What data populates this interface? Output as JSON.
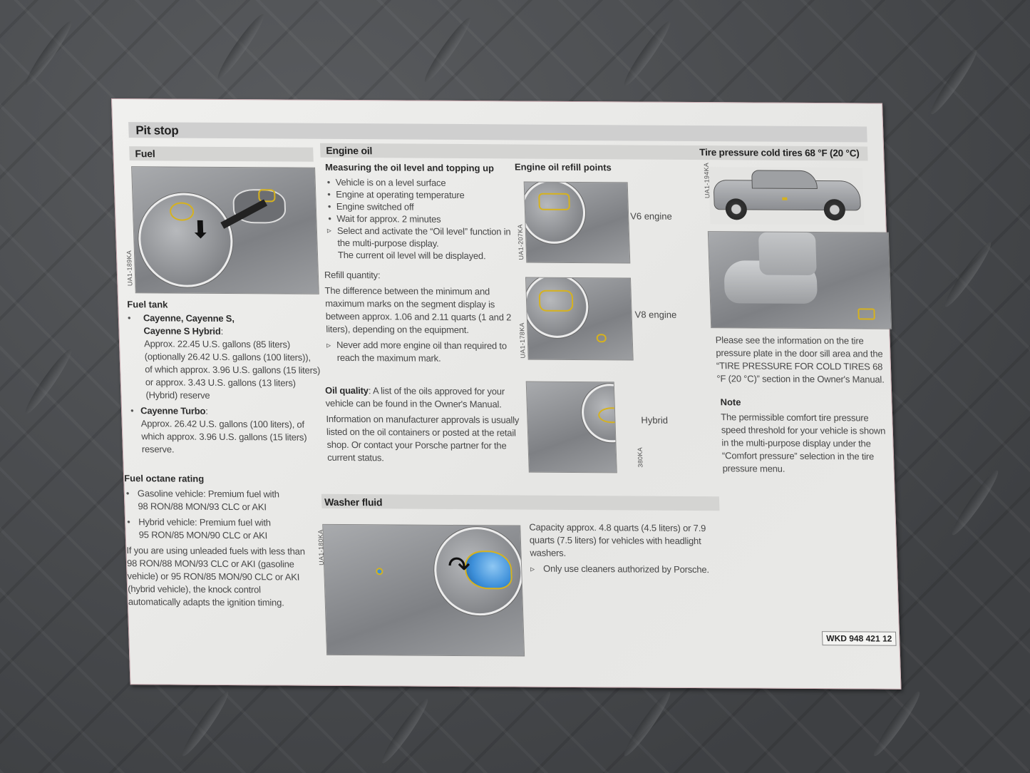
{
  "page": {
    "title": "Pit stop",
    "part_number": "WKD 948 421 12"
  },
  "fuel": {
    "heading": "Fuel",
    "image_code": "UA1-189KA",
    "tank_heading": "Fuel tank",
    "models": [
      {
        "name": "Cayenne, Cayenne S, Cayenne S Hybrid",
        "name_line1": "Cayenne, Cayenne S,",
        "name_line2": "Cayenne S Hybrid",
        "text": "Approx. 22.45 U.S. gallons (85 liters) (optionally 26.42 U.S. gallons (100 liters)), of which approx. 3.96 U.S. gallons (15 liters) or approx. 3.43 U.S. gallons (13 liters) (Hybrid) reserve"
      },
      {
        "name": "Cayenne Turbo",
        "text": "Approx. 26.42 U.S. gallons (100 liters), of which approx. 3.96 U.S. gallons (15 liters) reserve."
      }
    ],
    "octane_heading": "Fuel octane rating",
    "octane_items": [
      {
        "line1": "Gasoline vehicle: Premium fuel with",
        "line2": "98 RON/88 MON/93 CLC or AKI"
      },
      {
        "line1": "Hybrid vehicle: Premium fuel with",
        "line2": "95 RON/85 MON/90 CLC or AKI"
      }
    ],
    "octane_note": "If you are using unleaded fuels with less than 98 RON/88 MON/93 CLC or AKI (gasoline vehicle) or 95 RON/85 MON/90 CLC or AKI (hybrid vehicle), the knock control automatically adapts the ignition timing."
  },
  "engine_oil": {
    "heading": "Engine oil",
    "measuring_heading": "Measuring the oil level and topping up",
    "conditions": [
      "Vehicle is on a level surface",
      "Engine at operating temperature",
      "Engine switched off",
      "Wait for approx. 2 minutes"
    ],
    "action": "Select and activate the “Oil level” function in the multi-purpose display.",
    "action_result": "The current oil level will be displayed.",
    "refill_label": "Refill quantity:",
    "refill_text": "The difference between the minimum and maximum marks on the segment display is between approx. 1.06 and 2.11 quarts (1 and 2 liters), depending on the equipment.",
    "refill_warning": "Never add more engine oil than required to reach the maximum mark.",
    "quality_label": "Oil quality",
    "quality_text": ": A list of the oils approved for your vehicle can be found in the Owner's Manual.",
    "approvals_text": "Information on manufacturer approvals is usually listed on the oil containers or posted at the retail shop. Or contact your Porsche partner for the current status.",
    "refill_points_heading": "Engine oil refill points",
    "refill_points": [
      {
        "label": "V6 engine",
        "image_code": "UA1-207KA"
      },
      {
        "label": "V8 engine",
        "image_code": "UA1-178KA"
      },
      {
        "label": "Hybrid",
        "image_code": "380KA"
      }
    ]
  },
  "tire_pressure": {
    "heading": "Tire pressure cold tires 68 °F (20 °C)",
    "image_code": "UA1-194KA",
    "text": "Please see the information on the tire pressure plate in the door sill area and the “TIRE PRESSURE FOR COLD TIRES 68 °F (20 °C)” section in the Owner's Manual.",
    "note_heading": "Note",
    "note_text": "The permissible comfort tire pressure speed threshold for your vehicle is shown in the multi-purpose display under the “Comfort pressure” selection in the tire pressure menu."
  },
  "washer_fluid": {
    "heading": "Washer fluid",
    "image_code": "UA1-180KA",
    "capacity_text": "Capacity approx. 4.8 quarts (4.5 liters) or 7.9 quarts (7.5 liters) for vehicles with headlight washers.",
    "instruction": "Only use cleaners authorized by Porsche."
  },
  "colors": {
    "card_background": "#ebebe9",
    "heading_bar": "#cfcfcf",
    "highlight_yellow": "#d6b21e",
    "washer_blue": "#3d8fd9",
    "surface_background": "#4a4c4f"
  }
}
